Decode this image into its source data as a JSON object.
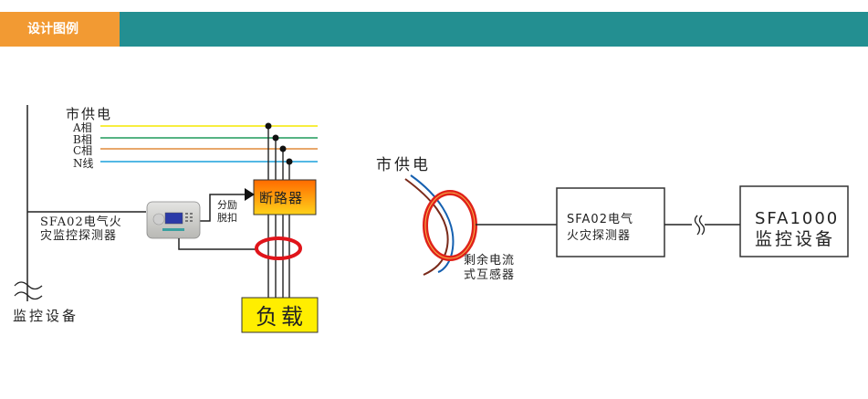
{
  "header": {
    "tab_label": "设计图例",
    "colors": {
      "tab": "#f29a33",
      "bar": "#238f91"
    }
  },
  "left_diagram": {
    "supply_label": "市供电",
    "phases": [
      {
        "label": "A相",
        "color": "#f5e800"
      },
      {
        "label": "B相",
        "color": "#1e9a5a"
      },
      {
        "label": "C相",
        "color": "#e08a3a"
      },
      {
        "label": "N线",
        "color": "#1aa0dc"
      }
    ],
    "breaker_label": "断路器",
    "shunt_trip_label_line1": "分励",
    "shunt_trip_label_line2": "脱扣",
    "detector_label_line1": "SFA02电气火",
    "detector_label_line2": "灾监控探测器",
    "load_label": "负载",
    "monitor_label": "监控设备"
  },
  "right_diagram": {
    "supply_label": "市供电",
    "sensor_label_line1": "剩余电流",
    "sensor_label_line2": "式互感器",
    "detector_label_line1": "SFA02电气",
    "detector_label_line2": "火灾探测器",
    "monitor_label_line1": "SFA1000",
    "monitor_label_line2": "监控设备"
  }
}
